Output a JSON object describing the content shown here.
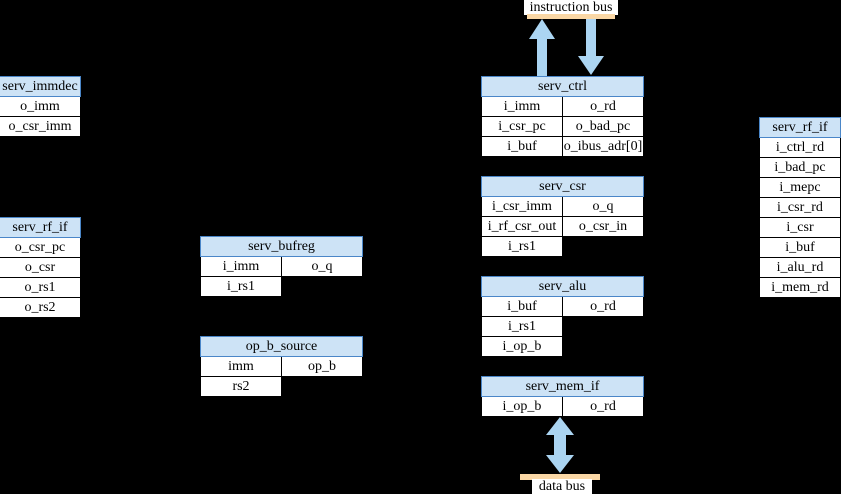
{
  "colors": {
    "background": "#000000",
    "header_fill": "#cde3f6",
    "header_border": "#4a86c8",
    "cell_fill": "#ffffff",
    "cell_border": "#000000",
    "text": "#000000",
    "arrow_fill": "#abd5f2",
    "bus_bar_fill": "#fad7a5",
    "label_bg": "#ffffff"
  },
  "buses": {
    "instruction": {
      "label": "instruction bus"
    },
    "data": {
      "label": "data bus"
    }
  },
  "modules": {
    "serv_immdec": {
      "title": "serv_immdec",
      "ports": [
        "o_imm",
        "o_csr_imm"
      ]
    },
    "serv_rf_if_left": {
      "title": "serv_rf_if",
      "ports": [
        "o_csr_pc",
        "o_csr",
        "o_rs1",
        "o_rs2"
      ]
    },
    "serv_bufreg": {
      "title": "serv_bufreg",
      "rows": [
        {
          "left": "i_imm",
          "right": "o_q"
        },
        {
          "left": "i_rs1"
        }
      ]
    },
    "op_b_source": {
      "title": "op_b_source",
      "rows": [
        {
          "left": "imm",
          "right": "op_b"
        },
        {
          "left": "rs2"
        }
      ]
    },
    "serv_ctrl": {
      "title": "serv_ctrl",
      "rows": [
        {
          "left": "i_imm",
          "right": "o_rd"
        },
        {
          "left": "i_csr_pc",
          "right": "o_bad_pc"
        },
        {
          "left": "i_buf",
          "right": "o_ibus_adr[0]"
        }
      ]
    },
    "serv_csr": {
      "title": "serv_csr",
      "rows": [
        {
          "left": "i_csr_imm",
          "right": "o_q"
        },
        {
          "left": "i_rf_csr_out",
          "right": "o_csr_in"
        },
        {
          "left": "i_rs1"
        }
      ]
    },
    "serv_alu": {
      "title": "serv_alu",
      "rows": [
        {
          "left": "i_buf",
          "right": "o_rd"
        },
        {
          "left": "i_rs1"
        },
        {
          "left": "i_op_b"
        }
      ]
    },
    "serv_mem_if": {
      "title": "serv_mem_if",
      "rows": [
        {
          "left": "i_op_b",
          "right": "o_rd"
        }
      ]
    },
    "serv_rf_if_right": {
      "title": "serv_rf_if",
      "ports": [
        "i_ctrl_rd",
        "i_bad_pc",
        "i_mepc",
        "i_csr_rd",
        "i_csr",
        "i_buf",
        "i_alu_rd",
        "i_mem_rd"
      ]
    }
  }
}
